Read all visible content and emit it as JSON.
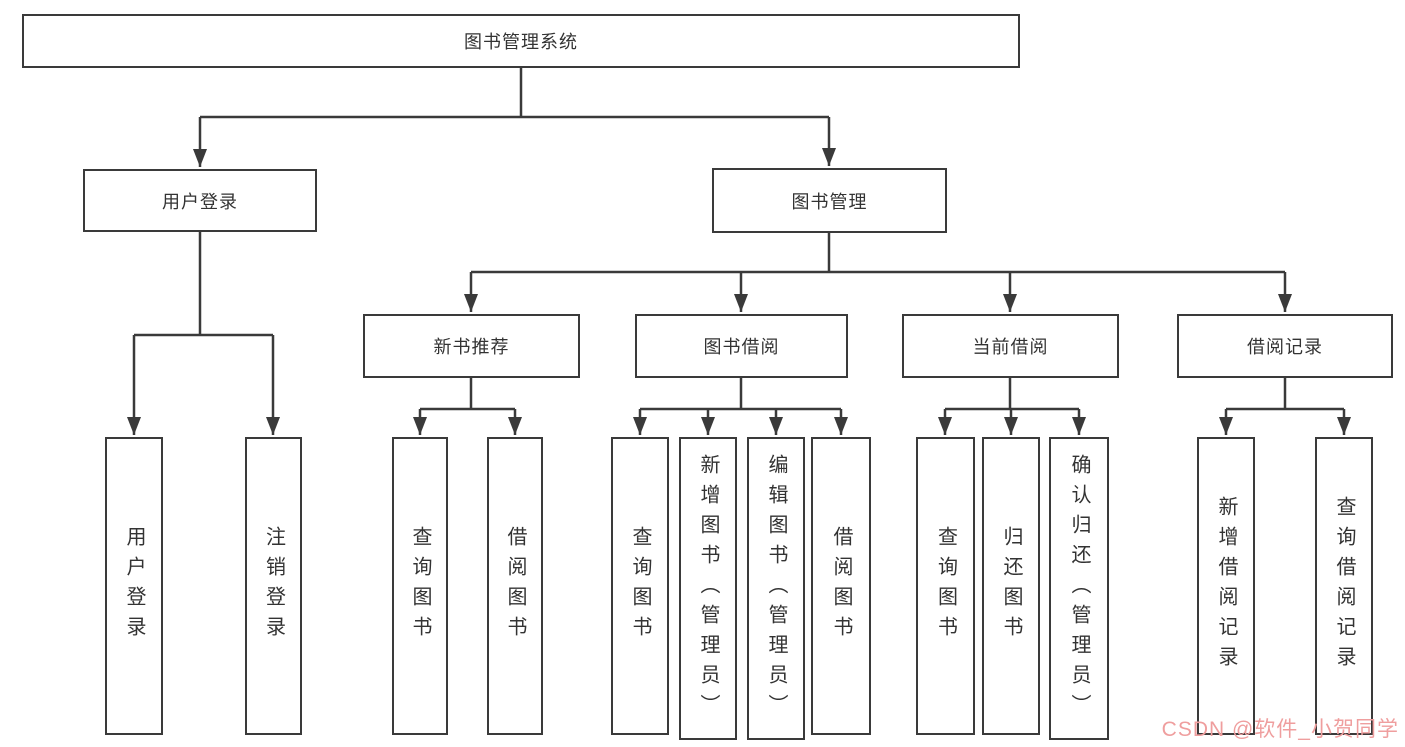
{
  "tree": {
    "root": {
      "label": "图书管理系统",
      "children": [
        {
          "label": "用户登录",
          "children": [
            {
              "label": "用户登录"
            },
            {
              "label": "注销登录"
            }
          ]
        },
        {
          "label": "图书管理",
          "children": [
            {
              "label": "新书推荐",
              "children": [
                {
                  "label": "查询图书"
                },
                {
                  "label": "借阅图书"
                }
              ]
            },
            {
              "label": "图书借阅",
              "children": [
                {
                  "label": "查询图书"
                },
                {
                  "label": "新增图书（管理员）"
                },
                {
                  "label": "编辑图书（管理员）"
                },
                {
                  "label": "借阅图书"
                }
              ]
            },
            {
              "label": "当前借阅",
              "children": [
                {
                  "label": "查询图书"
                },
                {
                  "label": "归还图书"
                },
                {
                  "label": "确认归还（管理员）"
                }
              ]
            },
            {
              "label": "借阅记录",
              "children": [
                {
                  "label": "新增借阅记录"
                },
                {
                  "label": "查询借阅记录"
                }
              ]
            }
          ]
        }
      ]
    }
  },
  "watermark": {
    "text": "CSDN @软件_小贺同学"
  },
  "colors": {
    "line": "#3a3a3a",
    "box_border": "#3a3a3a",
    "box_background": "#ffffff",
    "text": "#333333",
    "watermark": "#ef9e9e",
    "page_background": "#ffffff"
  }
}
